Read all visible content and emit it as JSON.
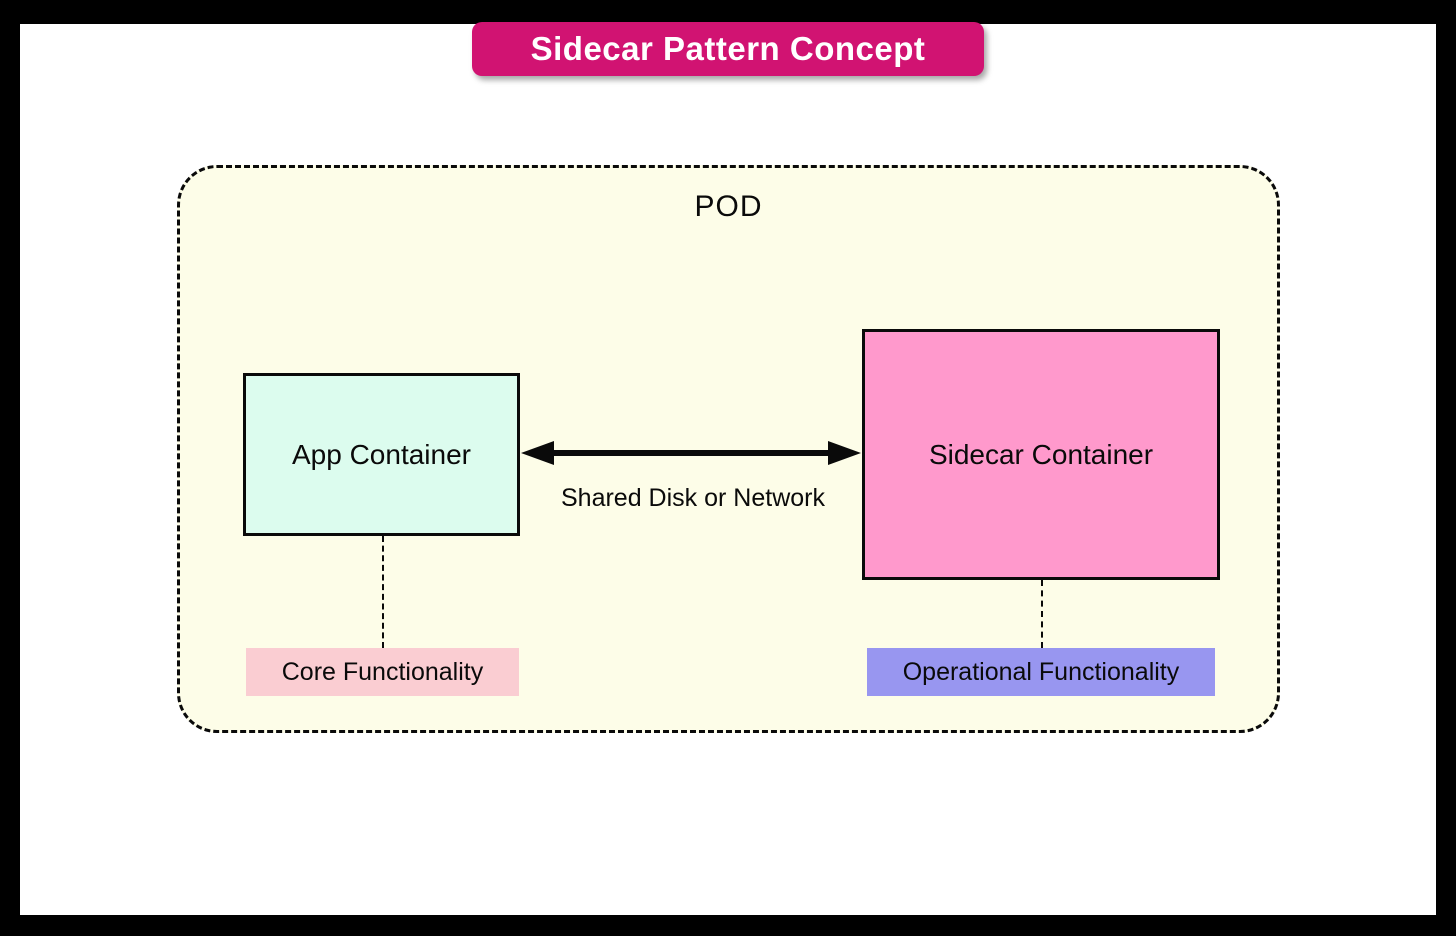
{
  "title_banner": {
    "label": "Sidecar Pattern Concept"
  },
  "pod": {
    "label": "POD",
    "app_container": {
      "label": "App Container"
    },
    "sidecar_container": {
      "label": "Sidecar Container"
    },
    "connection": {
      "label": "Shared Disk or Network"
    },
    "core_functionality": {
      "label": "Core Functionality"
    },
    "operational_functionality": {
      "label": "Operational Functionality"
    }
  },
  "colors": {
    "frame-color": "#000000",
    "page-bg": "#ffffff",
    "banner-bg": "#d11372",
    "banner-text": "#ffffff",
    "pod-bg": "#fdfde8",
    "app-box-bg": "#dcfcee",
    "sidecar-box-bg": "#ff99cc",
    "core-label-bg": "#facdd2",
    "operational-label-bg": "#9896f0",
    "line-color": "#0a0a0a",
    "text-color": "#0a0a0a"
  }
}
